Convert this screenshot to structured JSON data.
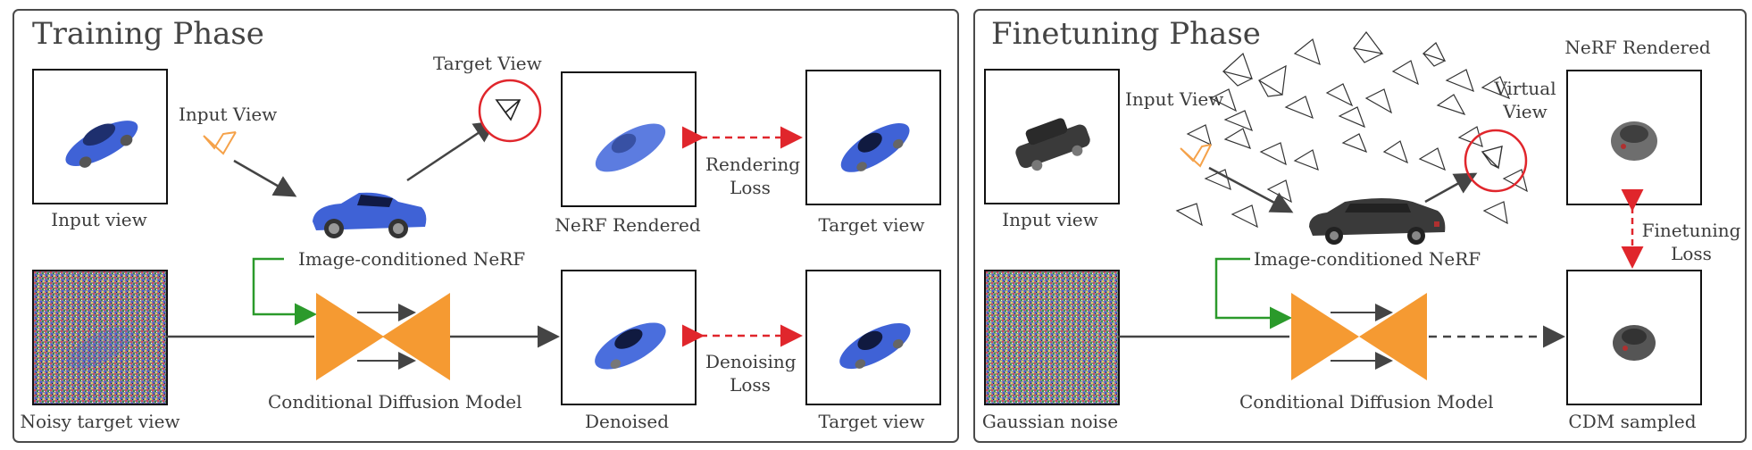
{
  "training": {
    "title": "Training Phase",
    "input_view_caption": "Input view",
    "input_view_camera_label": "Input View",
    "target_view_camera_label": "Target View",
    "nerf_rendered_caption": "NeRF Rendered",
    "target_view_caption_top": "Target view",
    "rendering_loss_line1": "Rendering",
    "rendering_loss_line2": "Loss",
    "image_conditioned_nerf": "Image-conditioned NeRF",
    "noisy_target_caption": "Noisy target view",
    "cdm_label": "Conditional Diffusion Model",
    "denoised_caption": "Denoised",
    "target_view_caption_bottom": "Target view",
    "denoising_loss_line1": "Denoising",
    "denoising_loss_line2": "Loss"
  },
  "finetuning": {
    "title": "Finetuning Phase",
    "input_view_caption": "Input view",
    "input_view_camera_label": "Input View",
    "virtual_view_line1": "Virtual",
    "virtual_view_line2": "View",
    "nerf_rendered_caption": "NeRF Rendered",
    "finetuning_loss_line1": "Finetuning",
    "finetuning_loss_line2": "Loss",
    "image_conditioned_nerf": "Image-conditioned NeRF",
    "gaussian_noise_caption": "Gaussian noise",
    "cdm_label": "Conditional Diffusion Model",
    "cdm_sampled_caption": "CDM sampled"
  },
  "colors": {
    "panel_border": "#4a4a4a",
    "car_blue": "#3f62d6",
    "car_gray": "#3a3a3a",
    "cdm_orange": "#f59a32",
    "loss_arrow_red": "#e0262c",
    "condition_green": "#2b9a2b",
    "camera_orange": "#f5a24a",
    "arrow_dark": "#444444"
  },
  "icons": [
    "car-icon",
    "camera-icon",
    "target-circle-icon",
    "bowtie-icon",
    "noise-icon",
    "camera-cloud-icon"
  ]
}
